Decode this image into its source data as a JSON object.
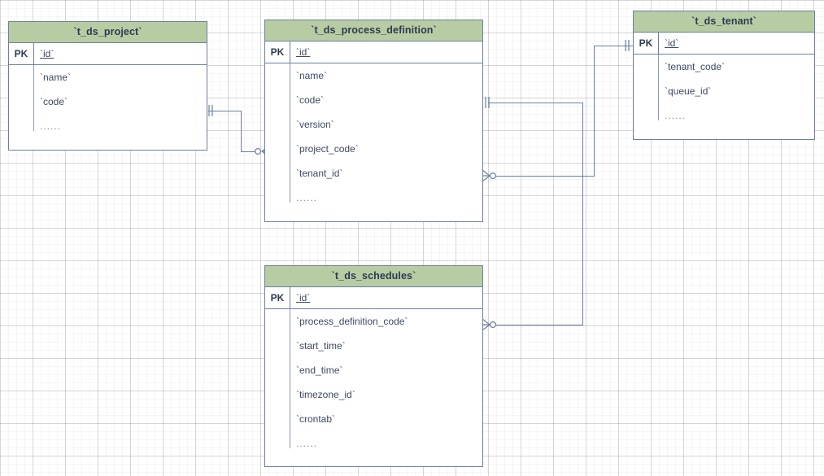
{
  "diagram": {
    "type": "entity-relationship-diagram",
    "background": "#ffffff",
    "grid": true,
    "header_color": "#b7cca3",
    "border_color": "#6b7f9e",
    "text_color": "#3c4a63",
    "pk_label": "PK",
    "ellipsis": "......"
  },
  "entities": [
    {
      "id": "t_ds_project",
      "title": "`t_ds_project`",
      "pk": "`id`",
      "pk_label": "PK",
      "fields": [
        "`name`",
        "`code`",
        "......"
      ]
    },
    {
      "id": "t_ds_process_definition",
      "title": "`t_ds_process_definition`",
      "pk": "`id`",
      "pk_label": "PK",
      "fields": [
        "`name`",
        "`code`",
        "`version`",
        "`project_code`",
        "`tenant_id`",
        "......"
      ]
    },
    {
      "id": "t_ds_tenant",
      "title": "`t_ds_tenant`",
      "pk": "`id`",
      "pk_label": "PK",
      "fields": [
        "`tenant_code`",
        "`queue_id`",
        "......"
      ]
    },
    {
      "id": "t_ds_schedules",
      "title": "`t_ds_schedules`",
      "pk": "`id`",
      "pk_label": "PK",
      "fields": [
        "`process_definition_code`",
        "`start_time`",
        "`end_time`",
        "`timezone_id`",
        "`crontab`",
        "......"
      ]
    }
  ],
  "relationships": [
    {
      "id": "project-to-process-definition",
      "from_entity": "t_ds_project",
      "from_field": "`code`",
      "from_cardinality": "one-and-only-one",
      "to_entity": "t_ds_process_definition",
      "to_field": "`project_code`",
      "to_cardinality": "zero-or-many"
    },
    {
      "id": "tenant-to-process-definition",
      "from_entity": "t_ds_tenant",
      "from_field": "`id`",
      "from_cardinality": "one-and-only-one",
      "to_entity": "t_ds_process_definition",
      "to_field": "`tenant_id`",
      "to_cardinality": "zero-or-many"
    },
    {
      "id": "process-definition-to-schedules",
      "from_entity": "t_ds_process_definition",
      "from_field": "`code`",
      "from_cardinality": "one-and-only-one",
      "to_entity": "t_ds_schedules",
      "to_field": "`process_definition_code`",
      "to_cardinality": "zero-or-many"
    }
  ]
}
